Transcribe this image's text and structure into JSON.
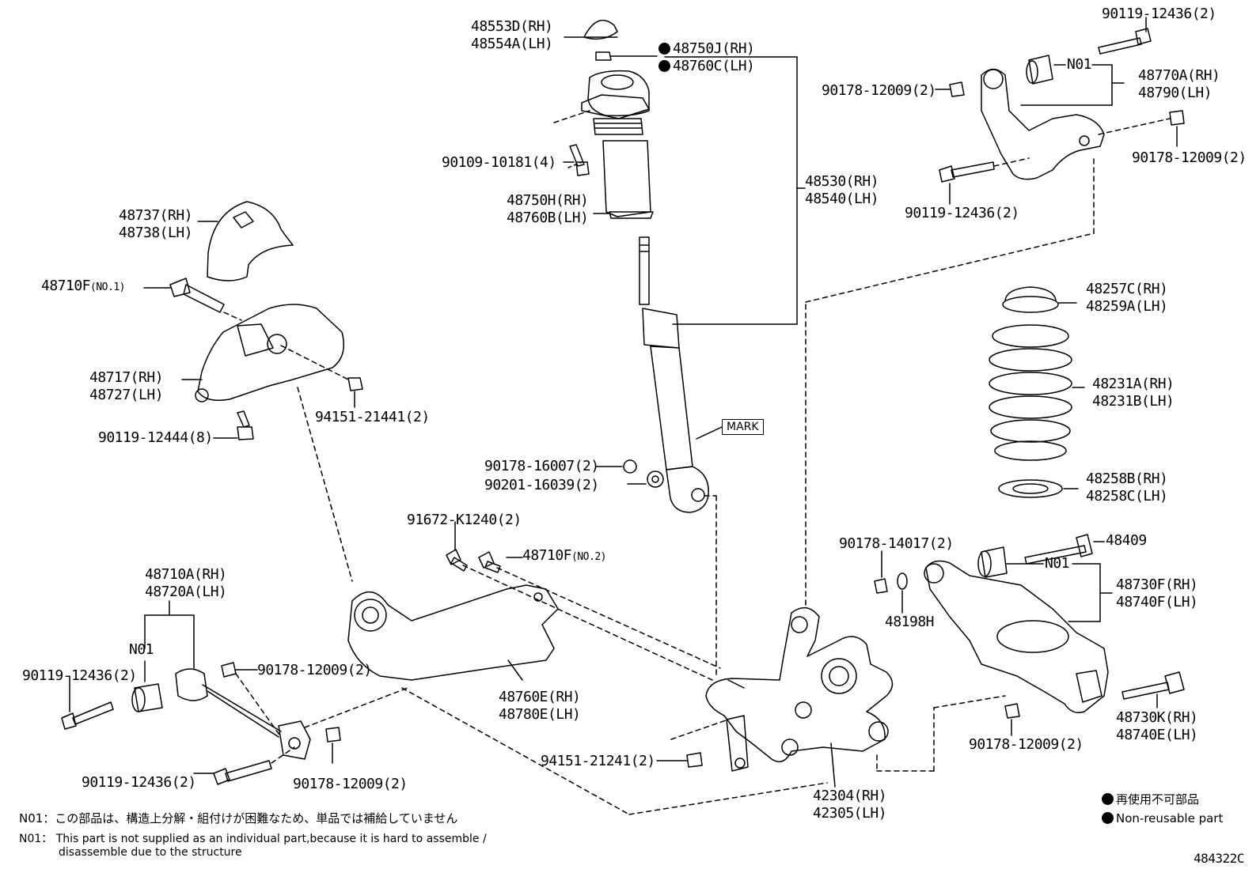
{
  "diagram_id": "484322C",
  "parts": {
    "p48553D": "48553D(RH)",
    "p48554A": "48554A(LH)",
    "p48750J": "48750J(RH)",
    "p48760C": "48760C(LH)",
    "p90109": "90109-10181(4)",
    "p48750H": "48750H(RH)",
    "p48760B": "48760B(LH)",
    "p48530": "48530(RH)",
    "p48540": "48540(LH)",
    "p48737": "48737(RH)",
    "p48738": "48738(LH)",
    "p48710F1": "48710F",
    "p48710F1_note": "(NO.1)",
    "p48717": "48717(RH)",
    "p48727": "48727(LH)",
    "p94151_21441": "94151-21441(2)",
    "p90119_12444": "90119-12444(8)",
    "mark": "MARK",
    "p90178_16007": "90178-16007(2)",
    "p90201_16039": "90201-16039(2)",
    "p91672": "91672-K1240(2)",
    "p48710F2": "48710F",
    "p48710F2_note": "(NO.2)",
    "p48710A": "48710A(RH)",
    "p48720A": "48720A(LH)",
    "n01_left": "N01",
    "p90119_12436_a": "90119-12436(2)",
    "p90178_12009_a": "90178-12009(2)",
    "p48760E": "48760E(RH)",
    "p48780E": "48780E(LH)",
    "p94151_21241": "94151-21241(2)",
    "p90119_12436_b": "90119-12436(2)",
    "p90178_12009_b": "90178-12009(2)",
    "p42304": "42304(RH)",
    "p42305": "42305(LH)",
    "p90119_12436_c": "90119-12436(2)",
    "n01_top": "N01",
    "p48770A": "48770A(RH)",
    "p48790": "48790(LH)",
    "p90178_12009_c": "90178-12009(2)",
    "p90178_12009_d": "90178-12009(2)",
    "p90119_12436_d": "90119-12436(2)",
    "p48257C": "48257C(RH)",
    "p48259A": "48259A(LH)",
    "p48231A": "48231A(RH)",
    "p48231B": "48231B(LH)",
    "p48258B": "48258B(RH)",
    "p48258C": "48258C(LH)",
    "p90178_14017": "90178-14017(2)",
    "p48409": "48409",
    "n01_right": "N01",
    "p48730F": "48730F(RH)",
    "p48740F": "48740F(LH)",
    "p48198H": "48198H",
    "p48730K": "48730K(RH)",
    "p48740E": "48740E(LH)",
    "p90178_12009_e": "90178-12009(2)"
  },
  "legend": {
    "jp": "再使用不可部品",
    "en": "Non-reusable part"
  },
  "notes": {
    "jp": "N01：この部品は、構造上分解・組付けが困難なため、単品では補給していません",
    "en_line1": "N01：  This part is not supplied as an individual part,because it is hard to assemble /",
    "en_line2": "disassemble due to the structure"
  }
}
